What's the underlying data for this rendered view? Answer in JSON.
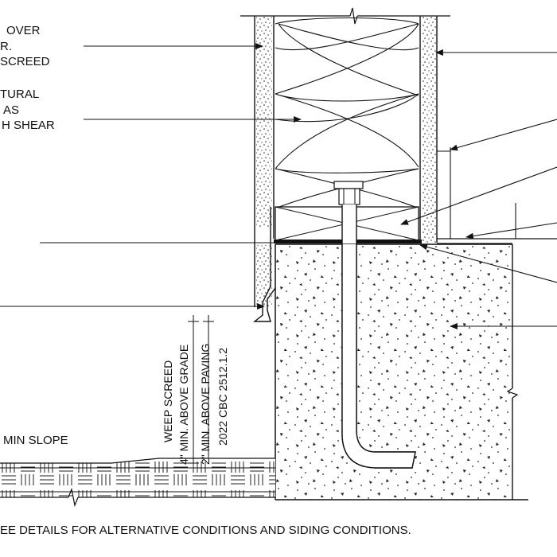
{
  "callouts": {
    "screed_note": [
      "OVER",
      "R.",
      "SCREED"
    ],
    "structural_note": [
      "TURAL",
      "AS",
      "H SHEAR"
    ]
  },
  "weep_screed_notes": {
    "line1": "WEEP SCREED",
    "line2": "4\" MIN. ABOVE GRADE",
    "line3": "2\" MIN. ABOVE PAVING",
    "line4": "2022 CBC 2512.1.2"
  },
  "slope_note": "MIN SLOPE",
  "footer_note": "EE DETAILS FOR ALTERNATIVE CONDITIONS AND SIDING CONDITIONS."
}
